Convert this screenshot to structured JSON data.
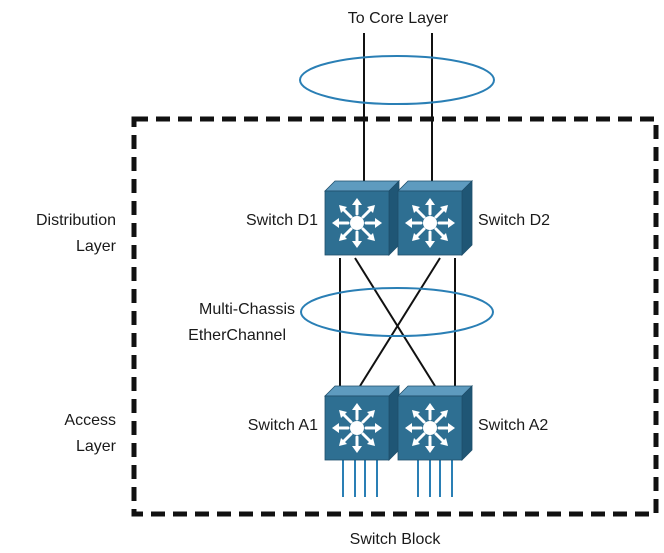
{
  "labels": {
    "top": "To Core Layer",
    "distribution_line1": "Distribution",
    "distribution_line2": "Layer",
    "access_line1": "Access",
    "access_line2": "Layer",
    "mce_line1": "Multi-Chassis",
    "mce_line2": "EtherChannel",
    "switch_d1": "Switch D1",
    "switch_d2": "Switch D2",
    "switch_a1": "Switch A1",
    "switch_a2": "Switch A2",
    "bottom": "Switch Block"
  },
  "colors": {
    "switch_face": "#2e6f92",
    "switch_top": "#5e9bbf",
    "switch_side": "#1f5675",
    "switch_symbol": "#ffffff",
    "ellipse_stroke": "#2a7fb5",
    "line": "#111111",
    "block_border": "#111111"
  },
  "icons": {
    "switch": "multilayer-switch-icon"
  }
}
